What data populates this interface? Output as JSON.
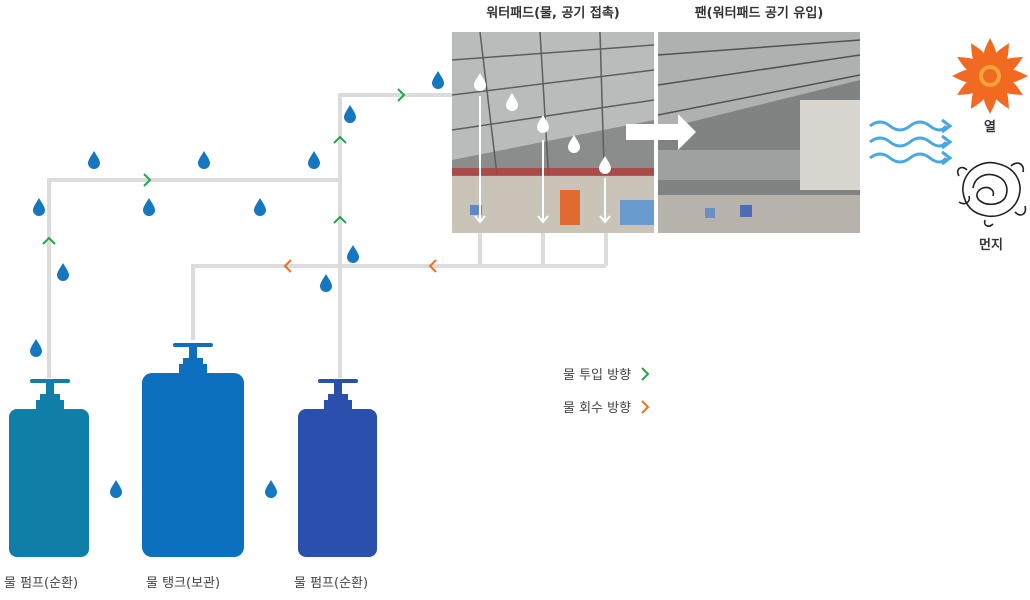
{
  "labels": {
    "water_pad": "워터패드(물, 공기 접촉)",
    "fan": "팬(워터패드 공기 유입)",
    "heat": "열",
    "dust": "먼지",
    "pump_left": "물 펌프(순환)",
    "tank": "물 탱크(보관)",
    "pump_right": "물 펌프(순환)"
  },
  "legend": {
    "inflow": "물 투입 방향",
    "return": "물 회수 방향"
  },
  "colors": {
    "pump_left": "#0f7fa8",
    "tank": "#0c6fbf",
    "pump_right": "#2a4fad",
    "pipe": "#dcdcdc",
    "drop": "#1577c0",
    "inflow_arrow": "#22a64a",
    "return_arrow": "#ef7022",
    "wave": "#4aa8e0",
    "sun": "#f26a21"
  }
}
